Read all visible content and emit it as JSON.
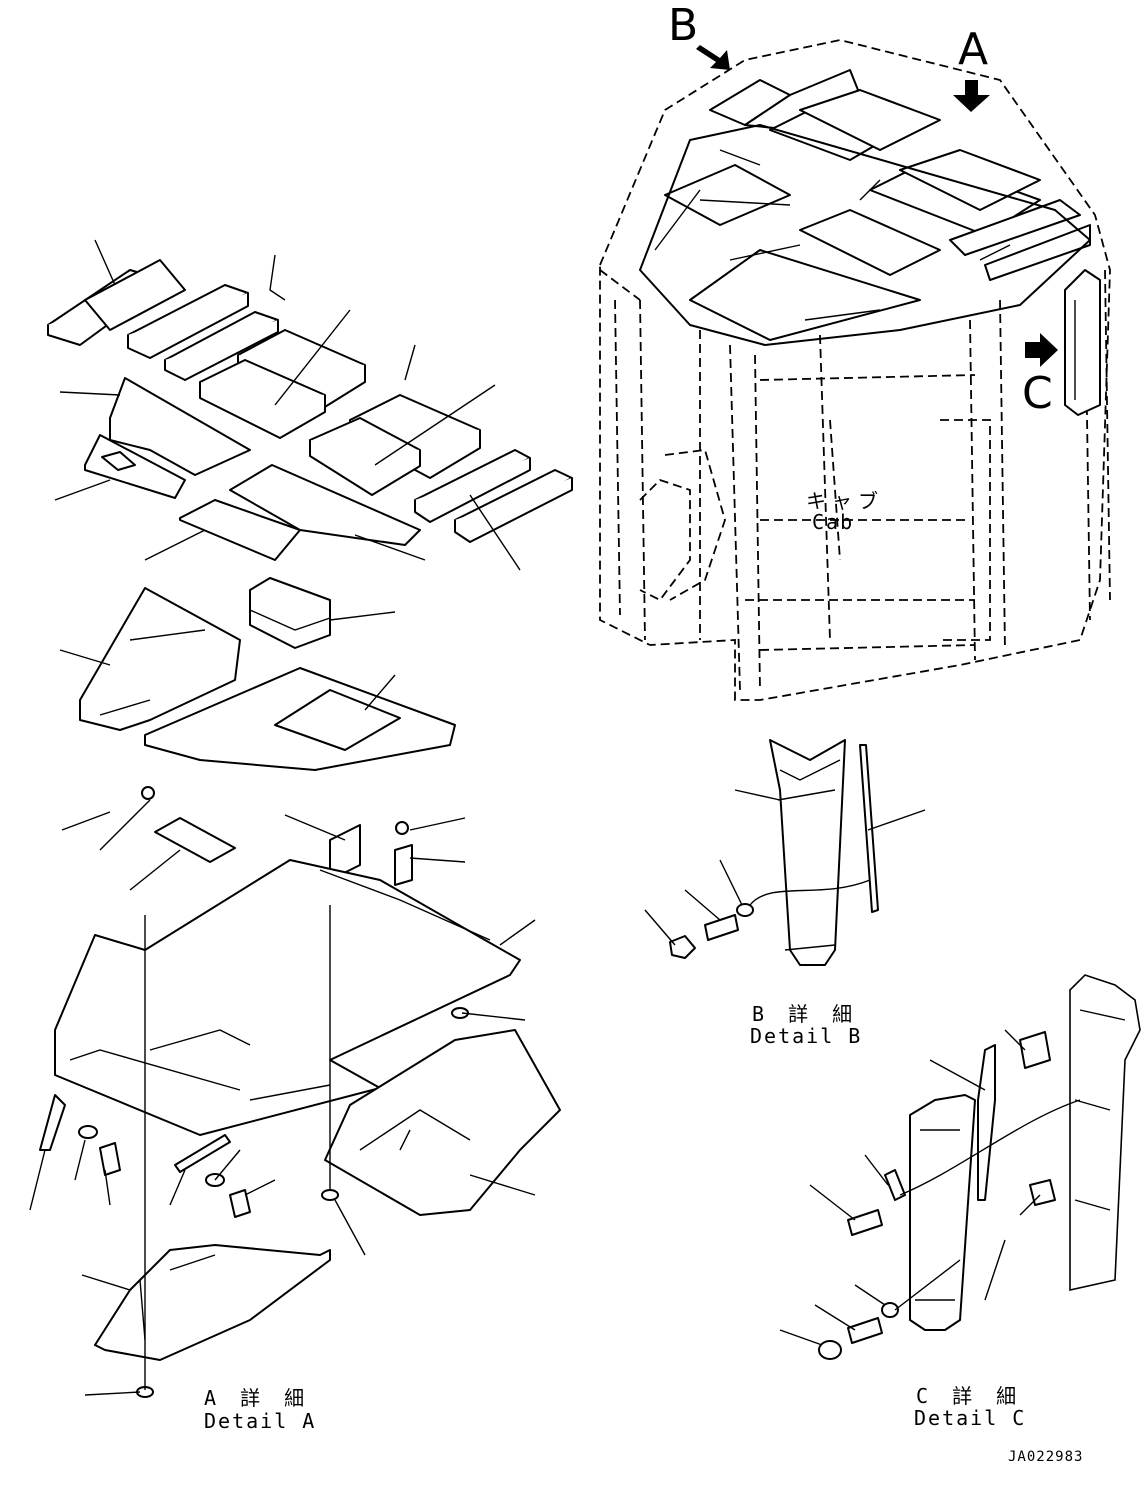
{
  "view_labels": {
    "b": "B",
    "a": "A",
    "c": "C"
  },
  "cab_label": {
    "jp": "キャブ",
    "en": "Cab"
  },
  "detail_a": {
    "jp": "A 詳 細",
    "en": "Detail A"
  },
  "detail_b": {
    "jp": "B 詳 細",
    "en": "Detail B"
  },
  "detail_c": {
    "jp": "C 詳 細",
    "en": "Detail C"
  },
  "drawing_code": "JA022983"
}
